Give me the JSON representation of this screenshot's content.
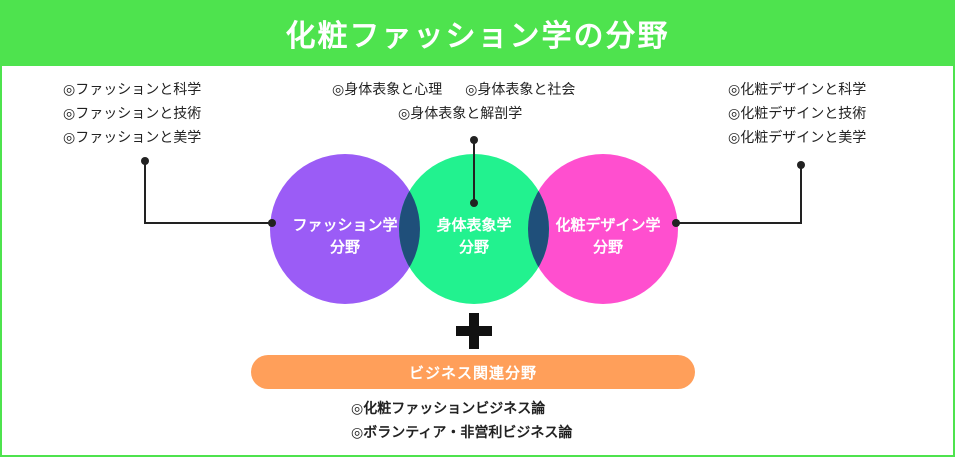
{
  "header": {
    "title": "化粧ファッション学の分野"
  },
  "left_list": [
    "◎ファッションと科学",
    "◎ファッションと技術",
    "◎ファッションと美学"
  ],
  "center_list": {
    "line1_a": "◎身体表象と心理",
    "line1_b": "◎身体表象と社会",
    "line2": "◎身体表象と解剖学"
  },
  "right_list": [
    "◎化粧デザインと科学",
    "◎化粧デザインと技術",
    "◎化粧デザインと美学"
  ],
  "circles": {
    "fashion": {
      "line1": "ファッション学",
      "line2": "分野",
      "color": "#9b5cf6"
    },
    "body": {
      "line1": "身体表象学",
      "line2": "分野",
      "color": "#22f28f"
    },
    "makeup": {
      "line1": "化粧デザイン学",
      "line2": "分野",
      "color": "#ff4fcf"
    }
  },
  "overlap_color": "#1f4f7a",
  "business": {
    "label": "ビジネス関連分野",
    "items": [
      "◎化粧ファッションビジネス論",
      "◎ボランティア・非営利ビジネス論"
    ],
    "color": "#ff9f5a"
  },
  "colors": {
    "header": "#4ee34e"
  }
}
